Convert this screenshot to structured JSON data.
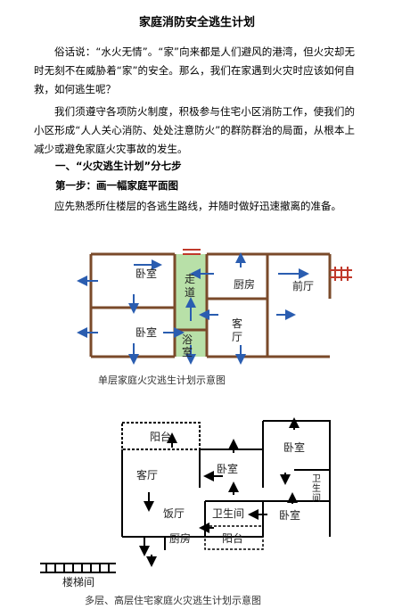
{
  "title": "家庭消防安全逃生计划",
  "intro": "俗话说：“水火无情”。“家”向来都是人们避风的港湾，但火灾却无时无刻不在威胁着“家”的安全。那么，我们在家遇到火灾时应该如何自救，如何逃生呢？",
  "para2": "我们须遵守各项防火制度，积极参与住宅小区消防工作，使我们的小区形成“人人关心消防、处处注意防火”的群防群治的局面，从根本上减少或避免家庭火灾事故的发生。",
  "heading1": "一、“火灾逃生计划”分七步",
  "heading2": "第一步：画一幅家庭平面图",
  "para3": "应先熟悉所住楼层的各逃生路线，并随时做好迅速撤离的准备。",
  "figure1": {
    "rooms": {
      "bedroom_top": "卧室",
      "corridor": "走道",
      "kitchen": "厨房",
      "front_hall": "前厅",
      "bedroom_bottom": "卧室",
      "bathroom": "浴室",
      "living": "客厅"
    },
    "caption": "单层家庭火灾逃生计划示意图"
  },
  "figure2": {
    "rooms": {
      "balcony_top": "阳台",
      "living": "客厅",
      "bedroom_mid": "卧室",
      "bedroom_right_top": "卧室",
      "bathroom_right": "卫生间",
      "dining": "饭厅",
      "bathroom_mid": "卫生间",
      "bedroom_right_bottom": "卧室",
      "kitchen": "厨房",
      "balcony_bottom": "阳台",
      "stairs": "楼梯间"
    },
    "caption": "多层、高层住宅家庭火灾逃生计划示意图"
  },
  "colors": {
    "wall": "#7a4a2a",
    "arrow": "#2a5db0",
    "corridor": "#b8e0a8",
    "door": "#c0392b"
  }
}
